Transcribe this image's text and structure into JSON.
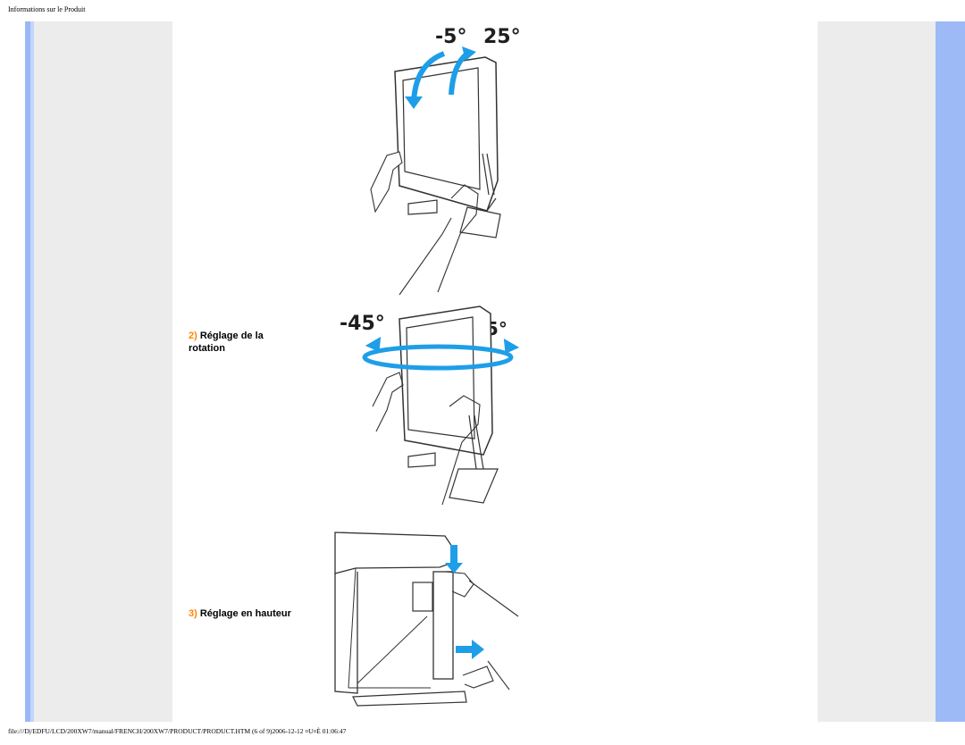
{
  "header": {
    "title": "Informations sur le Produit"
  },
  "sections": {
    "tilt": {
      "angle_left": "-5°",
      "angle_right": "25°"
    },
    "rotation": {
      "number": "2)",
      "label": "Réglage de la rotation",
      "angle_left": "-45°",
      "angle_right": "45°"
    },
    "height": {
      "number": "3)",
      "label": "Réglage en hauteur"
    }
  },
  "footer": {
    "path": "file:///D|/EDFU/LCD/200XW7/manual/FRENCH/200XW7/PRODUCT/PRODUCT.HTM (6 of 9)2006-12-12 ¤U¤È 01:06:47"
  },
  "colors": {
    "accent_bar": "#99b8f5",
    "panel_bg": "#ececec",
    "step_number": "#ff8400",
    "arrow": "#1e9ee8"
  }
}
